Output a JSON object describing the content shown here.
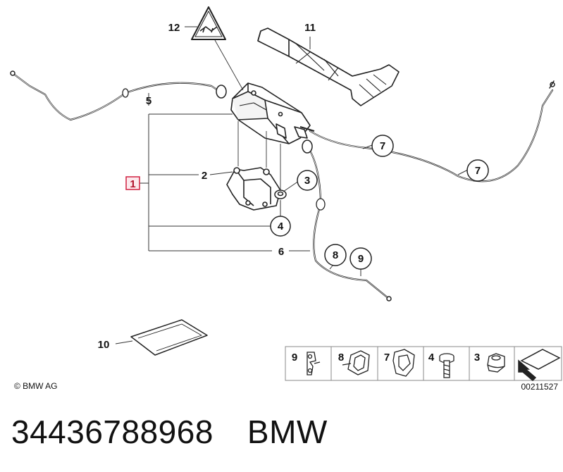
{
  "diagram": {
    "callouts": {
      "c1": "1",
      "c2": "2",
      "c3": "3",
      "c4": "4",
      "c5": "5",
      "c6": "6",
      "c7a": "7",
      "c7b": "7",
      "c8": "8",
      "c9": "9",
      "c10": "10",
      "c11": "11",
      "c12": "12"
    },
    "legend": {
      "l9": "9",
      "l8": "8",
      "l7": "7",
      "l4": "4",
      "l3": "3"
    },
    "copyright": "© BMW AG",
    "image_code": "00211527"
  },
  "footer": {
    "part_number": "34436788968",
    "brand": "BMW"
  }
}
